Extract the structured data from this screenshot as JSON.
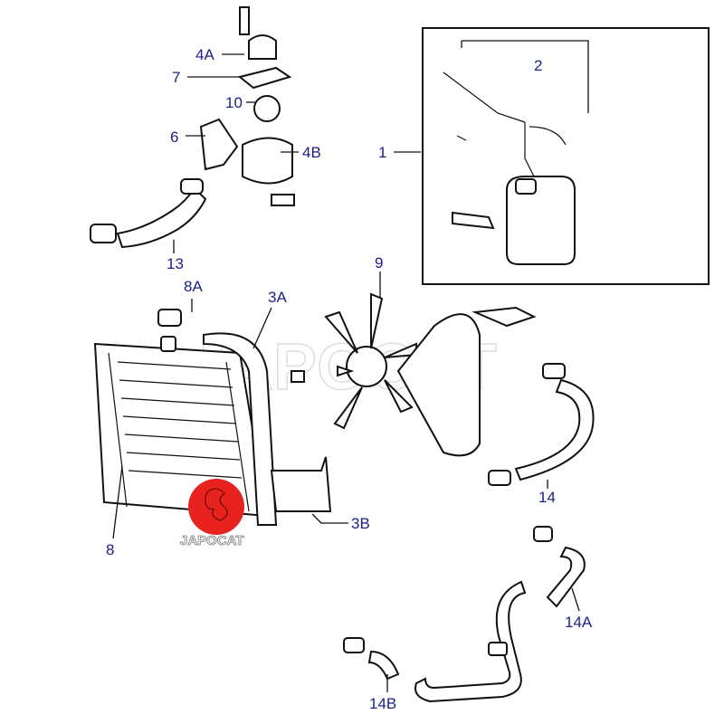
{
  "diagram": {
    "watermark": "JAPOCAT",
    "logo_text": "JAPOCAT",
    "colors": {
      "label": "#1c1f8a",
      "logo": "#e8231f"
    },
    "callouts": {
      "c4A": "4A",
      "c7": "7",
      "c10": "10",
      "c6": "6",
      "c4B": "4B",
      "c13": "13",
      "c1": "1",
      "c2": "2",
      "c8A": "8A",
      "c3A": "3A",
      "c9": "9",
      "c14": "14",
      "c3B": "3B",
      "c8": "8",
      "c14A": "14A",
      "c14B": "14B"
    }
  }
}
